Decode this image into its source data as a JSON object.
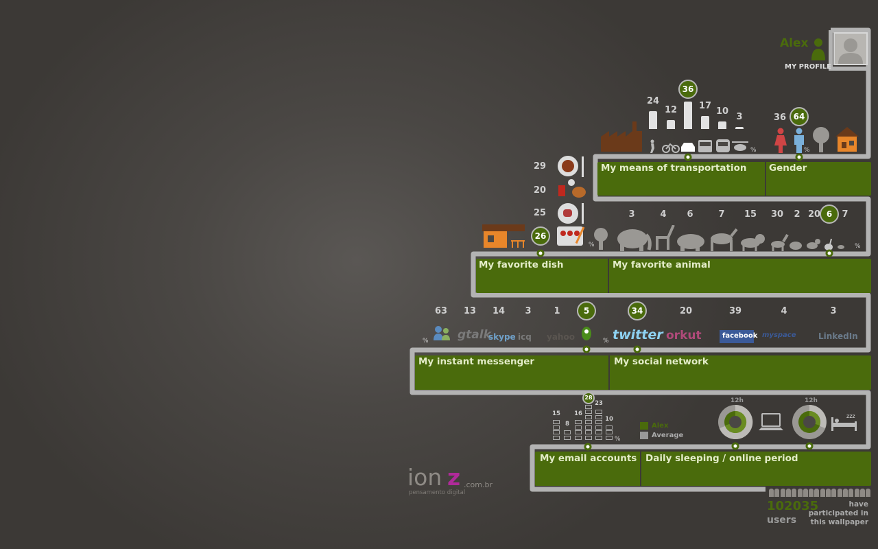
{
  "profile": {
    "name": "Alex",
    "label": "MY PROFILE"
  },
  "sections": {
    "transport": {
      "label": "My means of transportation",
      "values": [
        "24",
        "12",
        "36",
        "17",
        "10",
        "3"
      ],
      "highlight": "36"
    },
    "gender": {
      "label": "Gender",
      "values": [
        "36",
        "64"
      ],
      "highlight": "64"
    },
    "dish": {
      "label": "My favorite dish",
      "values": [
        "29",
        "20",
        "25",
        "26"
      ],
      "highlight": "26"
    },
    "animal": {
      "label": "My favorite animal",
      "values": [
        "3",
        "4",
        "6",
        "7",
        "15",
        "30",
        "2",
        "20",
        "6",
        "7"
      ],
      "highlight": "6"
    },
    "messenger": {
      "label": "My instant messenger",
      "values": [
        "63",
        "13",
        "14",
        "3",
        "1",
        "5"
      ],
      "highlight": "5"
    },
    "social": {
      "label": "My social network",
      "values": [
        "34",
        "20",
        "39",
        "4",
        "3"
      ],
      "highlight": "34"
    },
    "email": {
      "label": "My email accounts",
      "values": [
        "15",
        "8",
        "16",
        "28",
        "23",
        "10"
      ],
      "highlight": "28"
    },
    "sleep": {
      "label": "Daily sleeping / online period",
      "clock_label": "12h",
      "legend_you": "Alex",
      "legend_avg": "Average"
    }
  },
  "percent_sign": "%",
  "social_logos": [
    "twitter",
    "orkut",
    "facebook",
    "myspace",
    "LinkedIn"
  ],
  "messenger_logos": [
    "gtalk",
    "skype",
    "icq",
    "yahoo"
  ],
  "footer": {
    "count": "102035",
    "count_unit": "users",
    "note_line1": "have",
    "note_line2": "participated in",
    "note_line3": "this wallpaper"
  },
  "brand": {
    "main_a": "ion",
    "main_b": "z",
    "suffix": ".com.br",
    "tagline": "pensamento digital"
  },
  "colors": {
    "green": "#4a6b0c",
    "bright_green": "#5a7e10",
    "track": "#b3b3b3",
    "bg": "#4a4744"
  }
}
